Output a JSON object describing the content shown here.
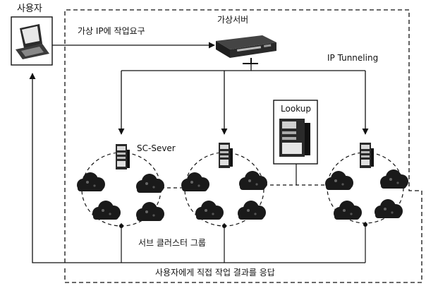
{
  "labels": {
    "user": "사용자",
    "request": "가상 IP에 작업요구",
    "virtual_server": "가상서버",
    "ip_tunneling": "IP Tunneling",
    "lookup": "Lookup",
    "sc_server": "SC-Sever",
    "server_cluster_group": "서브 클러스터 그룹",
    "direct_response": "사용자에게 직접 작업 결과를 응답"
  },
  "colors": {
    "line": "#111111",
    "cloud": "#1a1a1a",
    "server_light": "#d9d9d9",
    "background": "#ffffff"
  },
  "icons": [
    "laptop-icon",
    "virtual-server-device-icon",
    "lookup-server-icon",
    "server-tower-icon",
    "node-cloud-icon"
  ]
}
